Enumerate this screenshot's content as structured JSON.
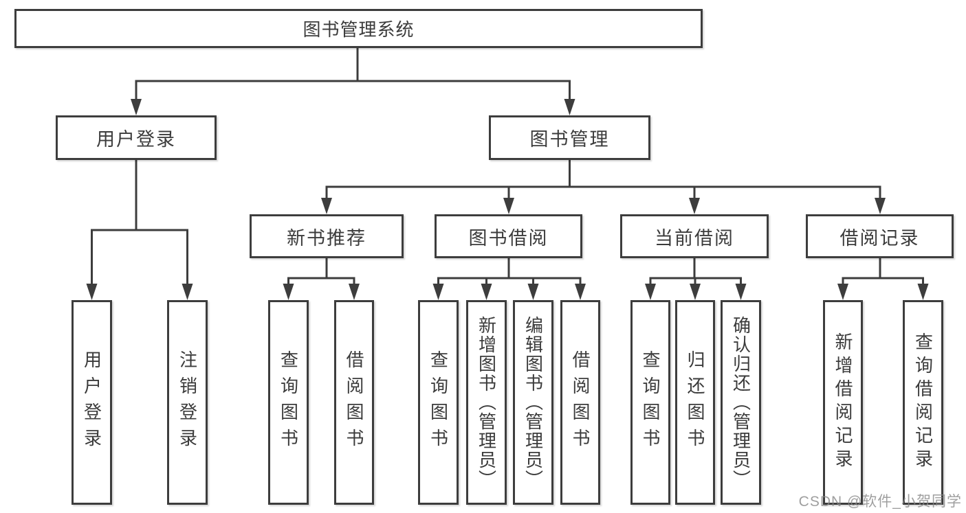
{
  "diagram": {
    "root": {
      "label": "图书管理系统"
    },
    "branches": [
      {
        "label": "用户登录",
        "children": [
          "用户登录",
          "注销登录"
        ]
      },
      {
        "label": "图书管理",
        "children_groups": [
          {
            "label": "新书推荐",
            "children": [
              "查询图书",
              "借阅图书"
            ]
          },
          {
            "label": "图书借阅",
            "children": [
              "查询图书",
              "新增图书（管理员）",
              "编辑图书（管理员）",
              "借阅图书"
            ]
          },
          {
            "label": "当前借阅",
            "children": [
              "查询图书",
              "归还图书",
              "确认归还（管理员）"
            ]
          },
          {
            "label": "借阅记录",
            "children": [
              "新增借阅记录",
              "查询借阅记录"
            ]
          }
        ]
      }
    ]
  },
  "watermark": {
    "text": "CSDN @软件_小贺同学"
  },
  "colors": {
    "line": "#3d3d3d",
    "text": "#3b3b3b",
    "background": "#ffffff",
    "watermark": "#878787"
  }
}
